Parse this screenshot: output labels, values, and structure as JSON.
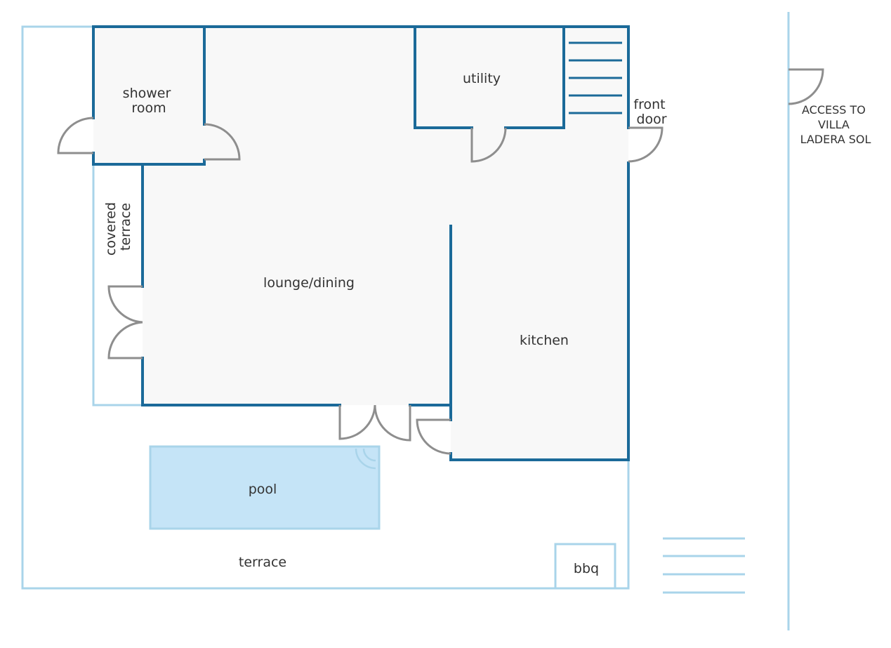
{
  "rooms": {
    "shower_room": [
      "shower",
      "room"
    ],
    "utility": "utility",
    "front_door": [
      "front",
      "door"
    ],
    "access": [
      "ACCESS TO",
      "VILLA",
      "LADERA SOL"
    ],
    "covered_terrace": [
      "covered",
      "terrace"
    ],
    "lounge_dining": "lounge/dining",
    "kitchen": "kitchen",
    "pool": "pool",
    "terrace": "terrace",
    "bbq": "bbq"
  },
  "colors": {
    "wall": "#1b6a99",
    "outline": "#a9d4ea",
    "pool_fill": "#c5e4f7",
    "interior_fill": "#f8f8f8",
    "door": "#8e8e8e"
  }
}
